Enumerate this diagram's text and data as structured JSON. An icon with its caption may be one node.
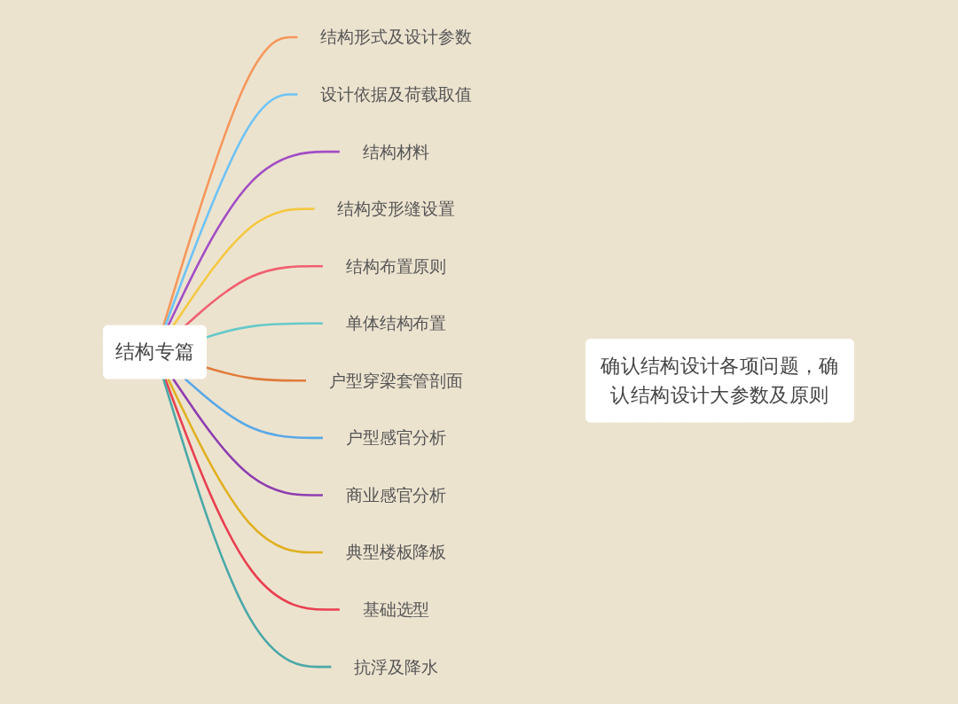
{
  "diagram": {
    "nodes": [
      {
        "text": [
          "结构专篇"
        ]
      },
      {
        "text": [
          "结构形式及设计参数"
        ]
      },
      {
        "text": [
          "设计依据及荷载取值"
        ]
      },
      {
        "text": [
          "结构材料"
        ]
      },
      {
        "text": [
          "结构变形缝设置"
        ]
      },
      {
        "text": [
          "结构布置原则"
        ]
      },
      {
        "text": [
          "单体结构布置"
        ]
      },
      {
        "text": [
          "户型穿梁套管剖面"
        ]
      },
      {
        "text": [
          "户型感官分析"
        ]
      },
      {
        "text": [
          "商业感官分析"
        ]
      },
      {
        "text": [
          "典型楼板降板"
        ]
      },
      {
        "text": [
          "基础选型"
        ]
      },
      {
        "text": [
          "抗浮及降水"
        ]
      },
      {
        "text": [
          "确认结构设计各项问题，确认结构设计大参数及原则"
        ]
      }
    ],
    "edges": [
      {
        "from": 0,
        "to": 1,
        "arrow": "none",
        "color": "#f5975a"
      },
      {
        "from": 0,
        "to": 2,
        "arrow": "none",
        "color": "#6ec3f5"
      },
      {
        "from": 0,
        "to": 3,
        "arrow": "none",
        "color": "#a24dc4"
      },
      {
        "from": 0,
        "to": 4,
        "arrow": "none",
        "color": "#f5c842"
      },
      {
        "from": 0,
        "to": 5,
        "arrow": "none",
        "color": "#f06070"
      },
      {
        "from": 0,
        "to": 6,
        "arrow": "none",
        "color": "#66c9c9"
      },
      {
        "from": 0,
        "to": 7,
        "arrow": "none",
        "color": "#e07b3c"
      },
      {
        "from": 0,
        "to": 8,
        "arrow": "none",
        "color": "#5aa8e6"
      },
      {
        "from": 0,
        "to": 9,
        "arrow": "none",
        "color": "#8e3db0"
      },
      {
        "from": 0,
        "to": 10,
        "arrow": "none",
        "color": "#e0b020"
      },
      {
        "from": 0,
        "to": 11,
        "arrow": "none",
        "color": "#e84050"
      },
      {
        "from": 0,
        "to": 12,
        "arrow": "none",
        "color": "#4aa8a8"
      }
    ]
  }
}
